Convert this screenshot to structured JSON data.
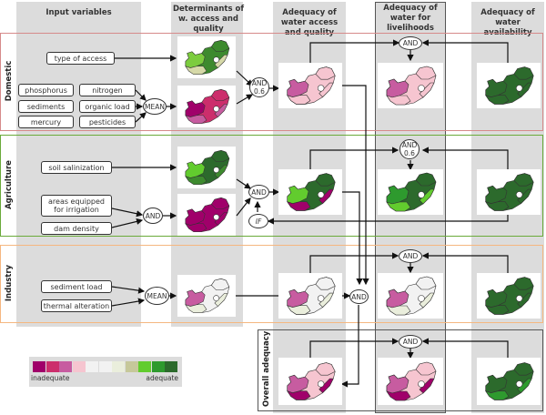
{
  "columns": [
    {
      "id": "input",
      "title": "Input variables"
    },
    {
      "id": "determinants",
      "title": "Determinants of w. access and quality"
    },
    {
      "id": "adequacy_access",
      "title": "Adequacy of water access and quality"
    },
    {
      "id": "livelihoods",
      "title": "Adequacy of water for livelihoods"
    },
    {
      "id": "availability",
      "title": "Adequacy of water availability"
    }
  ],
  "rows": [
    {
      "id": "domestic",
      "label": "Domestic",
      "color": "#d68a8a"
    },
    {
      "id": "agriculture",
      "label": "Agriculture",
      "color": "#6aaa3a"
    },
    {
      "id": "industry",
      "label": "Industry",
      "color": "#f5b780"
    },
    {
      "id": "overall",
      "label": "Overall adequacy",
      "color": "#555555"
    }
  ],
  "inputs": {
    "domestic": [
      "type of access",
      "phosphorus",
      "nitrogen",
      "sediments",
      "organic load",
      "mercury",
      "pesticides"
    ],
    "agriculture": [
      "soil salinization",
      "areas equipped for irrigation",
      "dam density"
    ],
    "industry": [
      "sediment load",
      "thermal alteration"
    ]
  },
  "operators": {
    "dom_mean": "MEAN",
    "dom_and_a": "AND",
    "dom_and_b": "0.6",
    "dom_live": "AND",
    "agr_and_in": "AND",
    "agr_and": "AND",
    "agr_if": "IF",
    "agr_live_a": "AND",
    "agr_live_b": "0.6",
    "ind_mean": "MEAN",
    "ind_and": "AND",
    "ind_live": "AND",
    "ov_live": "AND"
  },
  "legend": {
    "low_label": "inadequate",
    "high_label": "adequate",
    "colors": [
      "#a0006a",
      "#cc2e6c",
      "#c75ca0",
      "#f6c5d0",
      "#f2f2f2",
      "#f2f2f2",
      "#eaeedc",
      "#c6c89a",
      "#62cc2e",
      "#2e9a2e",
      "#2c6a2c"
    ]
  },
  "maps": {
    "dom_det_access": {
      "base": "#3d8a2e",
      "accent": "#7ccc3e",
      "extra": "#d6d9a8"
    },
    "dom_det_quality": {
      "base": "#cc2e6c",
      "accent": "#a0006a",
      "extra": "#c75ca0"
    },
    "dom_access": {
      "base": "#f6c5d0",
      "accent": "#c75ca0",
      "extra": "#f6c5d0"
    },
    "dom_live": {
      "base": "#f6c5d0",
      "accent": "#c75ca0",
      "extra": "#f6c5d0"
    },
    "dom_avail": {
      "base": "#2c6a2c",
      "accent": "#2c6a2c",
      "extra": "#2c6a2c"
    },
    "agr_det_sal": {
      "base": "#2c6a2c",
      "accent": "#62cc2e",
      "extra": "#3d8a2e"
    },
    "agr_det_irr": {
      "base": "#a0006a",
      "accent": "#a0006a",
      "extra": "#a0006a"
    },
    "agr_access": {
      "base": "#2c6a2c",
      "accent": "#62cc2e",
      "extra": "#a0006a"
    },
    "agr_live": {
      "base": "#2c6a2c",
      "accent": "#2e9a2e",
      "extra": "#62cc2e"
    },
    "agr_avail": {
      "base": "#2c6a2c",
      "accent": "#2c6a2c",
      "extra": "#2c6a2c"
    },
    "ind_det": {
      "base": "#f2f2f2",
      "accent": "#c75ca0",
      "extra": "#eaeedc"
    },
    "ind_access": {
      "base": "#f2f2f2",
      "accent": "#c75ca0",
      "extra": "#eaeedc"
    },
    "ind_live": {
      "base": "#f2f2f2",
      "accent": "#c75ca0",
      "extra": "#eaeedc"
    },
    "ind_avail": {
      "base": "#2c6a2c",
      "accent": "#2c6a2c",
      "extra": "#2c6a2c"
    },
    "ov_access": {
      "base": "#f6c5d0",
      "accent": "#c75ca0",
      "extra": "#a0006a"
    },
    "ov_live": {
      "base": "#f6c5d0",
      "accent": "#c75ca0",
      "extra": "#a0006a"
    },
    "ov_avail": {
      "base": "#2c6a2c",
      "accent": "#2c6a2c",
      "extra": "#2e9a2e"
    }
  }
}
